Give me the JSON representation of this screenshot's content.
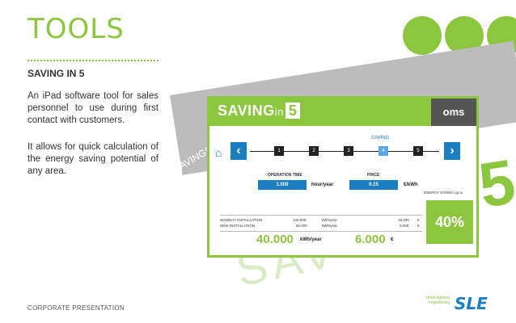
{
  "slide": {
    "title": "TOOLS",
    "section_title": "SAVING IN 5",
    "paragraph_1": "An iPad software tool for sales personnel to use during first contact with customers.",
    "paragraph_2": "It allows for quick calculation of the energy saving potential of any area.",
    "footer_label": "CORPORATE PRESENTATION",
    "brand": {
      "logo_text": "SLE",
      "tagline": "smart lighting engineering"
    },
    "accent_color": "#8cc63f",
    "brand_color": "#1a7fc1"
  },
  "background_graphic": {
    "savings_text": "SAVINGS",
    "big_five": "5",
    "faded_text": "SAV"
  },
  "app": {
    "title_saving": "SAVING",
    "title_in": "in",
    "title_five": "5",
    "logo": "oms",
    "step_caption": "SAVING",
    "steps": [
      "1",
      "2",
      "3",
      "4",
      "5"
    ],
    "active_step": 4,
    "home_icon": "home-icon",
    "operation_time_label": "OPERATION TIME",
    "operation_time_value": "1.000",
    "operation_time_unit": "hour/year",
    "price_label": "PRICE",
    "price_value": "0.15",
    "price_unit": "€/kWh",
    "energy_saving_label": "ENERGY SAVING up to",
    "energy_saving_value": "40%",
    "rows": [
      {
        "label": "NOWDAY INSTALLATION",
        "kwh": "100.000",
        "kwh_unit": "kWh/year",
        "eur": "15.000",
        "eur_unit": "€"
      },
      {
        "label": "NEW INSTALLATION",
        "kwh": "60.000",
        "kwh_unit": "kWh/year",
        "eur": "9.000",
        "eur_unit": "€"
      }
    ],
    "total_kwh": "40.000",
    "total_kwh_unit": "kWh/year",
    "total_eur": "6.000",
    "total_eur_unit": "€"
  }
}
